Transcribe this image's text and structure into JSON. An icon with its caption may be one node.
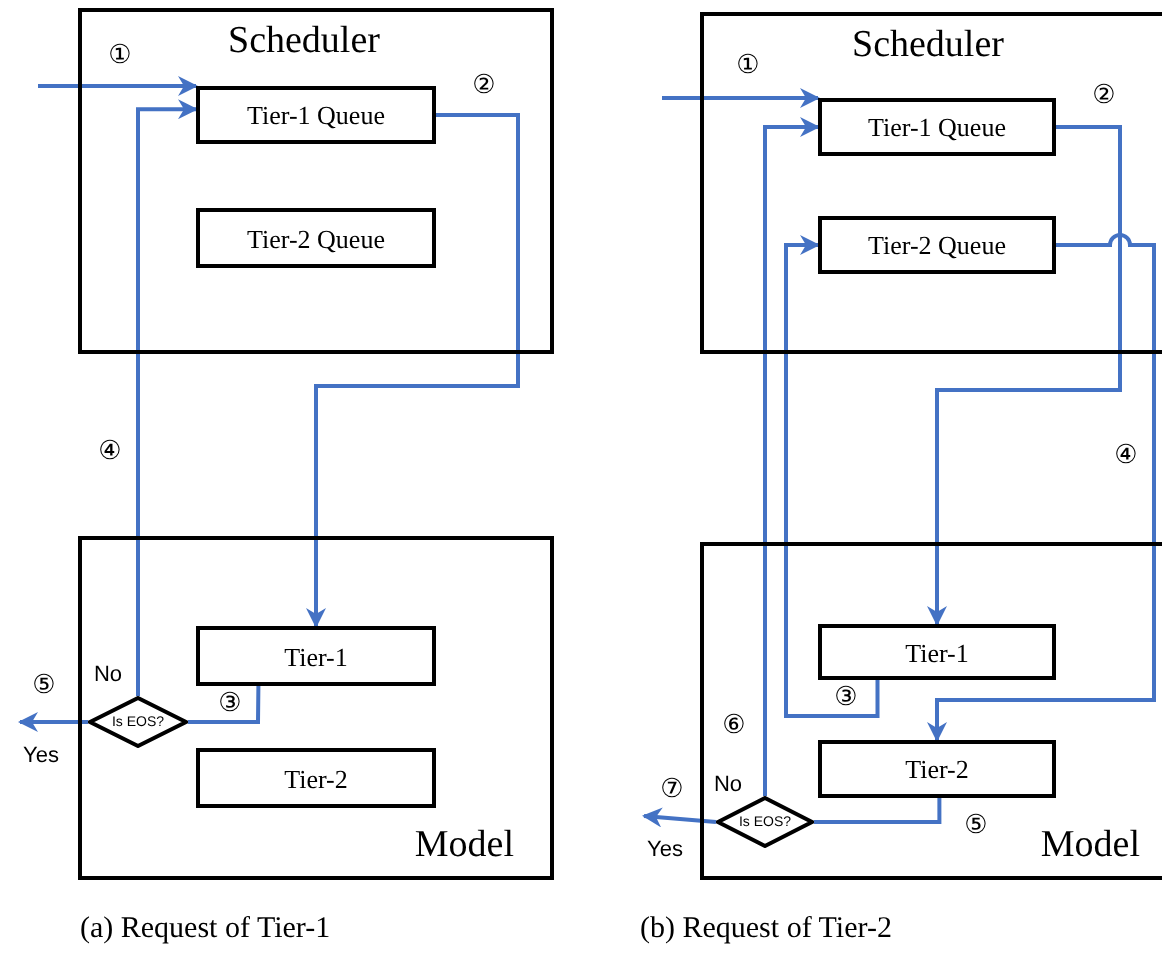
{
  "diagram": {
    "nodes": [
      {
        "text": [
          "Scheduler"
        ]
      },
      {
        "text": [
          "Tier-1 Queue"
        ],
        "in": 0
      },
      {
        "text": [
          "Tier-2 Queue"
        ],
        "in": 0
      },
      {
        "text": [
          "Model"
        ]
      },
      {
        "text": [
          "Tier-1"
        ],
        "in": 3
      },
      {
        "text": [
          "Tier-2"
        ],
        "in": 3
      },
      {
        "text": [
          "Is EOS?"
        ],
        "in": 3
      },
      {
        "text": [
          "Scheduler"
        ]
      },
      {
        "text": [
          "Tier-1 Queue"
        ],
        "in": 7
      },
      {
        "text": [
          "Tier-2 Queue"
        ],
        "in": 7
      },
      {
        "text": [
          "Model"
        ]
      },
      {
        "text": [
          "Tier-1"
        ],
        "in": 10
      },
      {
        "text": [
          "Tier-2"
        ],
        "in": 10
      },
      {
        "text": [
          "Is EOS?"
        ],
        "in": 10
      },
      {
        "text": [
          "Yes"
        ]
      },
      {
        "text": [
          "Yes"
        ]
      }
    ],
    "edges": [
      {
        "from": null,
        "to": 1,
        "arrow": "to",
        "label": "①"
      },
      {
        "from": 1,
        "to": 4,
        "arrow": "to",
        "label": "②"
      },
      {
        "from": 4,
        "to": 6,
        "arrow": "none",
        "label": "③"
      },
      {
        "from": 6,
        "to": 1,
        "arrow": "to",
        "label": "④"
      },
      {
        "from": 6,
        "to": 14,
        "arrow": "to",
        "label": "⑤"
      },
      {
        "from": null,
        "to": 8,
        "arrow": "to",
        "label": "①"
      },
      {
        "from": 8,
        "to": 11,
        "arrow": "to",
        "label": "②"
      },
      {
        "from": 9,
        "to": 12,
        "arrow": "to",
        "label": "④"
      },
      {
        "from": 11,
        "to": 9,
        "arrow": "to",
        "label": "③"
      },
      {
        "from": 12,
        "to": 13,
        "arrow": "none",
        "label": "⑤"
      },
      {
        "from": 13,
        "to": 8,
        "arrow": "to",
        "label": "⑥"
      },
      {
        "from": 13,
        "to": 15,
        "arrow": "to",
        "label": "⑦"
      }
    ],
    "labels": [
      "No",
      "No",
      "(a) Request of Tier-1",
      "(b) Request of Tier-2"
    ]
  }
}
